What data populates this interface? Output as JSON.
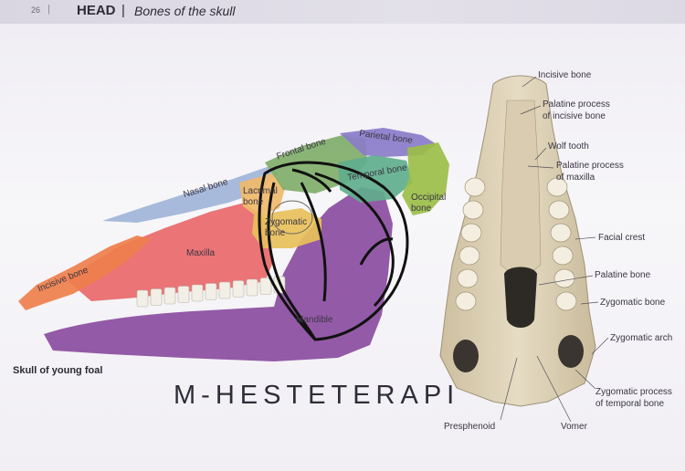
{
  "header": {
    "page_number": "26",
    "section": "HEAD",
    "divider": "|",
    "subtitle": "Bones of the skull"
  },
  "lateral_view": {
    "caption": "Skull of young foal",
    "bone_labels": {
      "nasal": "Nasal bone",
      "frontal": "Frontal bone",
      "parietal": "Parietal bone",
      "lacrimal": "Lacrimal bone",
      "temporal": "Temporal bone",
      "occipital": "Occipital bone",
      "zygomatic": "Zygomatic bone",
      "maxilla": "Maxilla",
      "incisive": "Incisive bone",
      "mandible": "Mandible"
    },
    "colors": {
      "nasal": "#9fb4d8",
      "frontal": "#7fae6a",
      "parietal": "#8a7cc9",
      "temporal": "#5fae8d",
      "occipital": "#9bbe49",
      "lacrimal": "#f0b86a",
      "zygomatic": "#e8c05a",
      "maxilla": "#e8686a",
      "incisive": "#ee7f4c",
      "mandible": "#8a4da0"
    }
  },
  "ventral_view": {
    "labels": [
      {
        "key": "incisive_bone",
        "text": "Incisive bone"
      },
      {
        "key": "palatine_process_incisive_1",
        "text": "Palatine process"
      },
      {
        "key": "palatine_process_incisive_2",
        "text": "of incisive bone"
      },
      {
        "key": "wolf_tooth",
        "text": "Wolf tooth"
      },
      {
        "key": "palatine_process_maxilla_1",
        "text": "Palatine process"
      },
      {
        "key": "palatine_process_maxilla_2",
        "text": "of maxilla"
      },
      {
        "key": "facial_crest",
        "text": "Facial crest"
      },
      {
        "key": "palatine_bone",
        "text": "Palatine bone"
      },
      {
        "key": "zygomatic_bone",
        "text": "Zygomatic bone"
      },
      {
        "key": "zygomatic_arch",
        "text": "Zygomatic arch"
      },
      {
        "key": "zygomatic_process_1",
        "text": "Zygomatic process"
      },
      {
        "key": "zygomatic_process_2",
        "text": "of temporal bone"
      },
      {
        "key": "presphenoid",
        "text": "Presphenoid"
      },
      {
        "key": "vomer",
        "text": "Vomer"
      }
    ]
  },
  "watermark": {
    "text": "M-HESTETERAPI"
  }
}
